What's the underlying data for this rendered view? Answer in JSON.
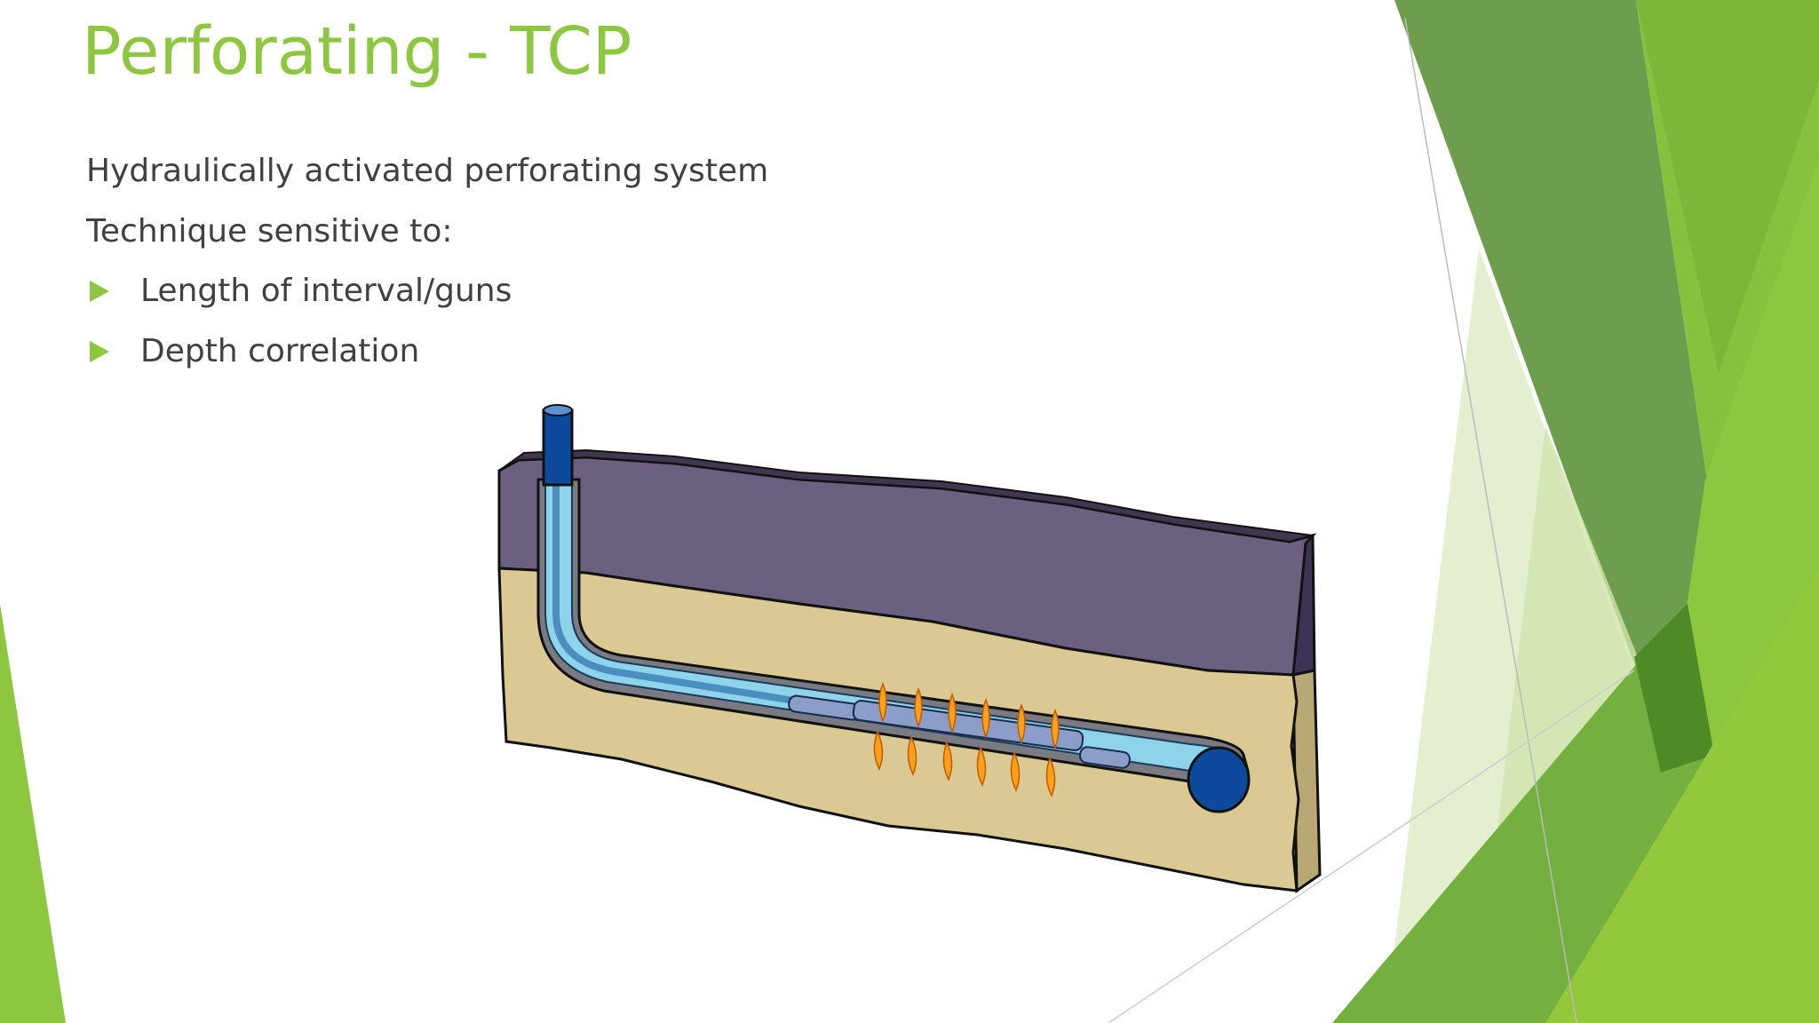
{
  "slide": {
    "title": "Perforating - TCP",
    "body": {
      "line1": "Hydraulically activated perforating system",
      "line2": "Technique sensitive to:"
    },
    "bullets": [
      {
        "text": "Length of interval/guns"
      },
      {
        "text": "Depth correlation"
      }
    ]
  },
  "theme": {
    "accent": "#8dc63f",
    "accent_dark": "#5e9a3a",
    "text": "#404040",
    "rock_upper": "#6b6080",
    "rock_lower": "#dac992",
    "tubing": "#0d4a9e",
    "wellbore_fluid": "#8fd3ea"
  },
  "icons": {
    "bullet": "triangle-bullet-icon",
    "flame": "perforation-flame-icon"
  }
}
